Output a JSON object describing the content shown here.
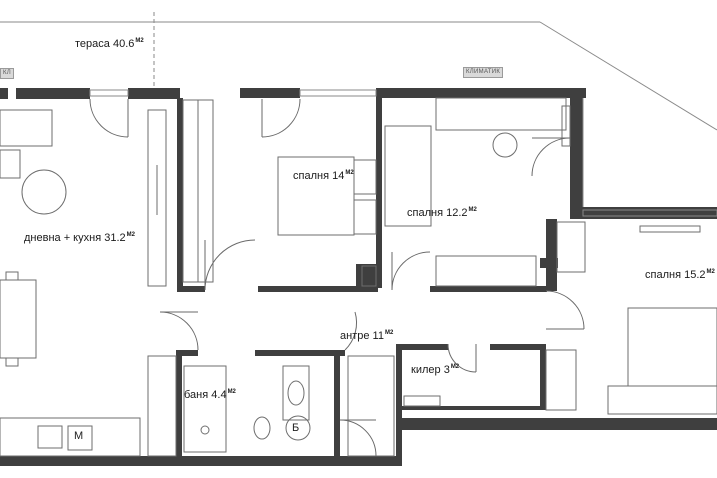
{
  "rooms": {
    "terrace": {
      "name": "тераса",
      "area": "40.6",
      "unit": "M2"
    },
    "living": {
      "name": "дневна + кухня",
      "area": "31.2",
      "unit": "M2"
    },
    "bedroom1": {
      "name": "спалня",
      "area": "14",
      "unit": "M2"
    },
    "bedroom2": {
      "name": "спалня",
      "area": "12.2",
      "unit": "M2"
    },
    "bedroom3": {
      "name": "спалня",
      "area": "15.2",
      "unit": "M2"
    },
    "hall": {
      "name": "антре",
      "area": "11",
      "unit": "M2"
    },
    "bathroom": {
      "name": "баня",
      "area": "4.4",
      "unit": "M2"
    },
    "storage": {
      "name": "килер",
      "area": "3",
      "unit": "M2"
    }
  },
  "tags": {
    "ac_unit_left": "КЛ",
    "ac_unit_right": "КЛИМАТИК"
  },
  "fixtures": {
    "washer_letter": "M",
    "boiler_letter": "Б"
  },
  "colors": {
    "wall": "#3f3f3f",
    "line": "#7a7a7a",
    "furniture": "#6e6e6e",
    "background": "#ffffff"
  }
}
